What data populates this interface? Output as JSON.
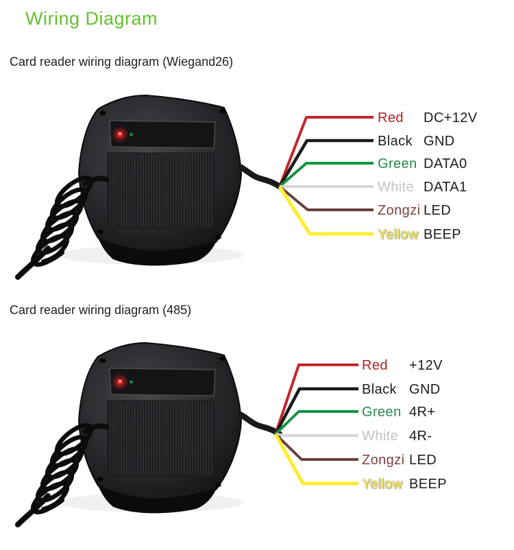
{
  "page": {
    "title": "Wiring Diagram"
  },
  "theme": {
    "background": "#ffffff",
    "title_color": "#65c12d",
    "heading_color": "#1e1e1e",
    "signal_label_color": "#1d1d1d"
  },
  "device": {
    "description": "Black square RFID card reader with rounded corners, status LED window, ribbed grille and coiled black cable",
    "indicators": [
      {
        "name": "red-led",
        "color": "#f31f1f"
      },
      {
        "name": "green-led",
        "color": "#1d9e47"
      }
    ]
  },
  "sections": [
    {
      "id": "wiegand26",
      "heading": "Card reader wiring diagram (Wiegand26)",
      "wires": [
        {
          "color_name": "Red",
          "signal": "DC+12V",
          "wire_hex": "#c2272b",
          "label_hex": "#b02122"
        },
        {
          "color_name": "Black",
          "signal": "GND",
          "wire_hex": "#1b1b1b",
          "label_hex": "#1d1d1d"
        },
        {
          "color_name": "Green",
          "signal": "DATA0",
          "wire_hex": "#12923f",
          "label_hex": "#27874e"
        },
        {
          "color_name": "White",
          "signal": "DATA1",
          "wire_hex": "#d7d7d7",
          "label_hex": "#c6c6c6"
        },
        {
          "color_name": "Zongzi",
          "signal": "LED",
          "wire_hex": "#67403d",
          "label_hex": "#7a4341"
        },
        {
          "color_name": "Yellow",
          "signal": "BEEP",
          "wire_hex": "#ffec30",
          "label_hex": "#f2e43c"
        }
      ]
    },
    {
      "id": "rs485",
      "heading": "Card reader wiring diagram (485)",
      "wires": [
        {
          "color_name": "Red",
          "signal": "+12V",
          "wire_hex": "#c2272b",
          "label_hex": "#b02122"
        },
        {
          "color_name": "Black",
          "signal": "GND",
          "wire_hex": "#1b1b1b",
          "label_hex": "#1d1d1d"
        },
        {
          "color_name": "Green",
          "signal": "4R+",
          "wire_hex": "#12923f",
          "label_hex": "#27874e"
        },
        {
          "color_name": "White",
          "signal": "4R-",
          "wire_hex": "#d7d7d7",
          "label_hex": "#c6c6c6"
        },
        {
          "color_name": "Zongzi",
          "signal": "LED",
          "wire_hex": "#67403d",
          "label_hex": "#7a4341"
        },
        {
          "color_name": "Yellow",
          "signal": "BEEP",
          "wire_hex": "#ffec30",
          "label_hex": "#f2e43c"
        }
      ]
    }
  ]
}
